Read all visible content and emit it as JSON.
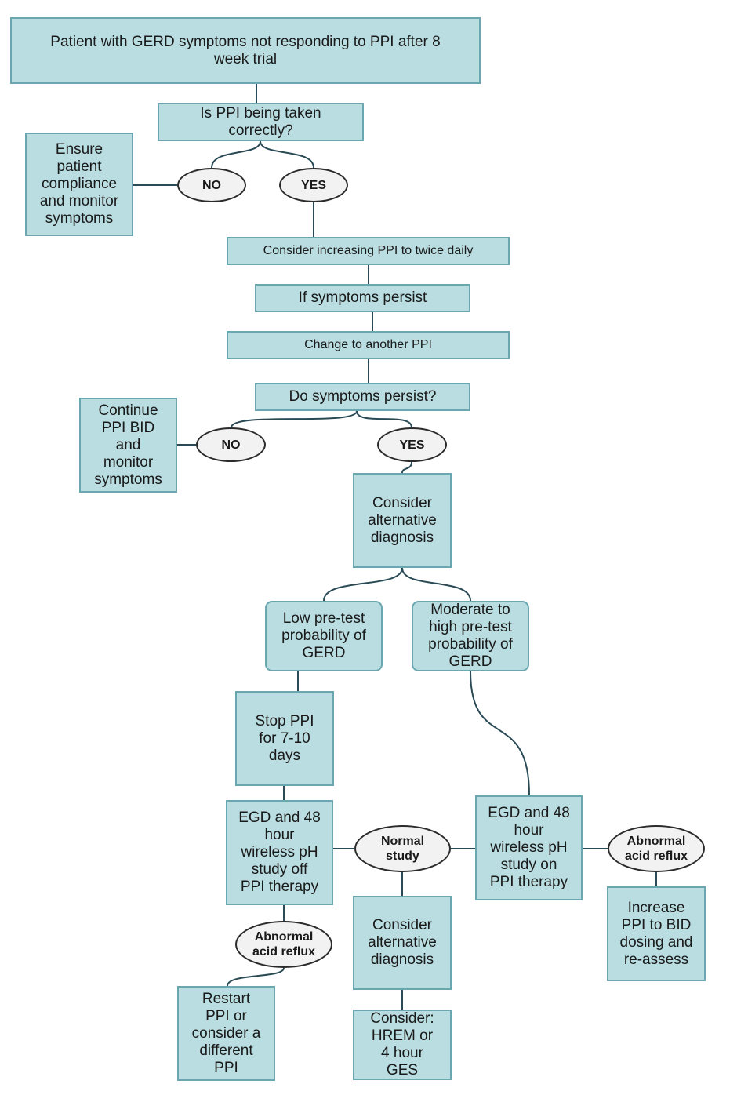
{
  "nodes": {
    "start": "Patient with GERD symptoms not responding to PPI after 8\nweek trial",
    "taken_correctly": "Is PPI being taken\ncorrectly?",
    "no1": "NO",
    "yes1": "YES",
    "ensure_compliance": "Ensure\npatient\ncompliance\nand monitor\nsymptoms",
    "increase_bid": "Consider increasing PPI to twice daily",
    "if_persist": "If symptoms persist",
    "change_ppi": "Change to another PPI",
    "do_persist": "Do symptoms persist?",
    "no2": "NO",
    "yes2": "YES",
    "continue_bid": "Continue\nPPI BID\nand\nmonitor\nsymptoms",
    "alt_dx_1": "Consider\nalternative\ndiagnosis",
    "low_prob": "Low pre-test\nprobability of\nGERD",
    "mod_high_prob": "Moderate to\nhigh pre-test\nprobability of\nGERD",
    "stop_ppi": "Stop PPI\nfor 7-10\ndays",
    "egd_off": "EGD and 48\nhour\nwireless pH\nstudy off\nPPI therapy",
    "normal_study": "Normal\nstudy",
    "egd_on": "EGD and 48\nhour\nwireless pH\nstudy on\nPPI therapy",
    "abnormal_right": "Abnormal\nacid reflux",
    "increase_reassess": "Increase\nPPI to BID\ndosing and\nre-assess",
    "abnormal_left": "Abnormal\nacid reflux",
    "restart_ppi": "Restart\nPPI or\nconsider a\ndifferent\nPPI",
    "alt_dx_2": "Consider\nalternative\ndiagnosis",
    "consider_hrem": "Consider:\nHREM or\n4 hour\nGES"
  },
  "colors": {
    "box_fill": "#b9dde1",
    "box_border": "#6aa7b0",
    "oval_fill": "#f2f2f2",
    "connector": "#2a4a55"
  }
}
